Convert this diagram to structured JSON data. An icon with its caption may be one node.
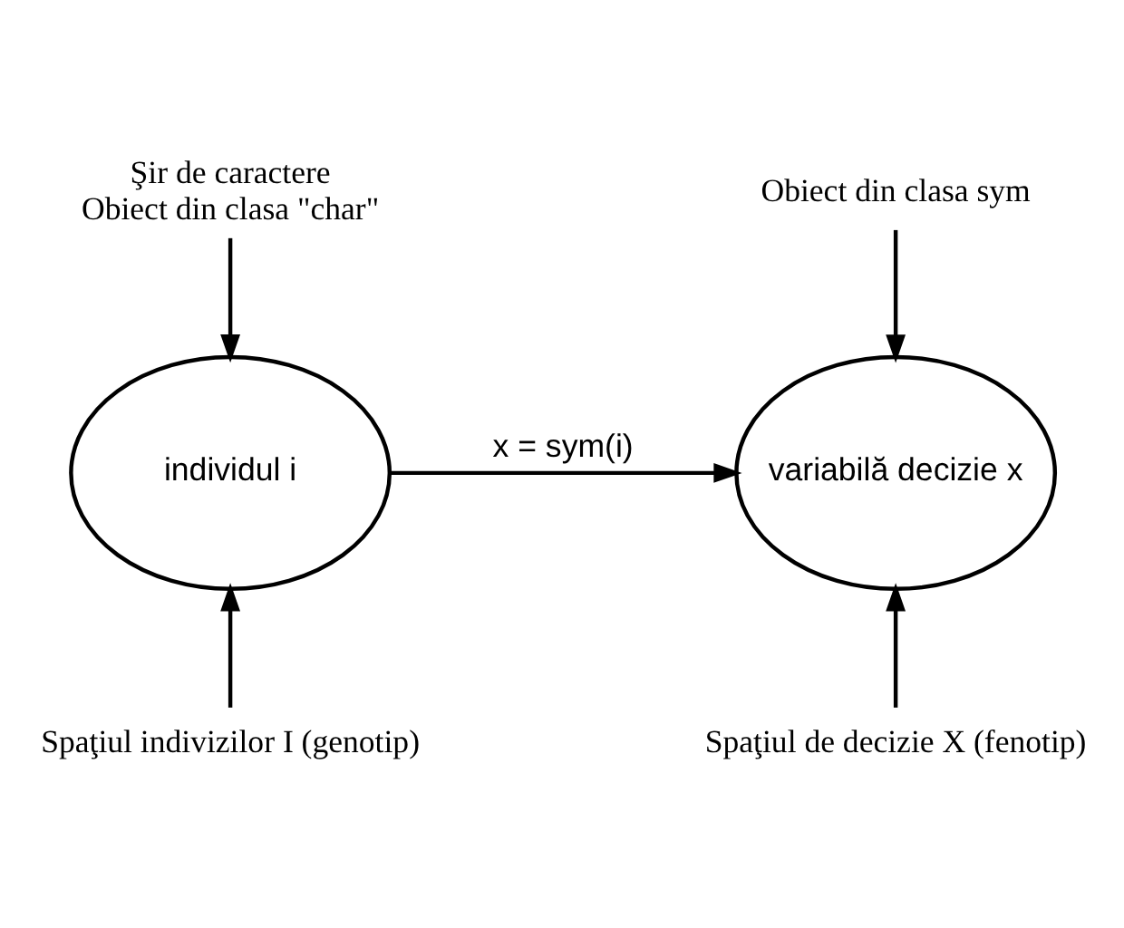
{
  "diagram": {
    "nodes": [
      {
        "text": [
          "Şir de caractere",
          "Obiect din clasa \"char\""
        ]
      },
      {
        "text": [
          "individul i"
        ]
      },
      {
        "text": [
          "Obiect din clasa sym"
        ]
      },
      {
        "text": [
          "variabilă decizie x"
        ]
      },
      {
        "text": [
          "Spaţiul indivizilor I (genotip)"
        ]
      },
      {
        "text": [
          "Spaţiul de decizie X (fenotip)"
        ]
      }
    ],
    "edges": [
      {
        "from": 0,
        "to": 1,
        "arrow": "to"
      },
      {
        "from": 1,
        "to": 3,
        "arrow": "to",
        "label": "x = sym(i)"
      },
      {
        "from": 2,
        "to": 3,
        "arrow": "to"
      },
      {
        "from": 4,
        "to": 1,
        "arrow": "to"
      },
      {
        "from": 5,
        "to": 3,
        "arrow": "to"
      }
    ]
  }
}
